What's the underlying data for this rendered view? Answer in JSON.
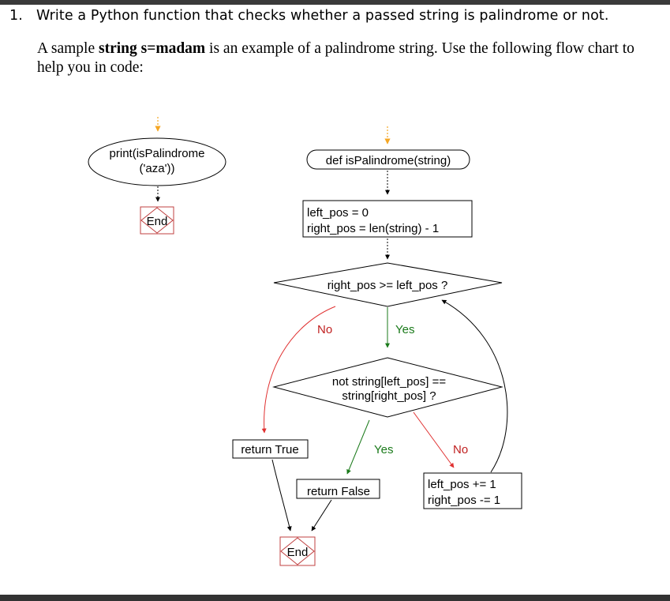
{
  "question": {
    "number": "1.",
    "text": "Write a Python function that checks whether a passed string is palindrome or not."
  },
  "description": {
    "part1": "A sample ",
    "bold": "string s=madam",
    "part2": " is an example of a palindrome string. Use the following flow chart to help you in code:"
  },
  "flowchart": {
    "call_line1": "print(isPalindrome",
    "call_line2": "('aza'))",
    "end_label": "End",
    "def_label": "def isPalindrome(string)",
    "init_line1": "left_pos = 0",
    "init_line2": "right_pos = len(string) - 1",
    "loop_condition": "right_pos >= left_pos ?",
    "loop_no": "No",
    "loop_yes": "Yes",
    "check_line1": "not string[left_pos] ==",
    "check_line2": "string[right_pos] ?",
    "return_true": "return True",
    "check_yes": "Yes",
    "check_no": "No",
    "return_false": "return False",
    "update_line1": "left_pos += 1",
    "update_line2": "right_pos -= 1",
    "final_end_label": "End"
  },
  "colors": {
    "entry_arrow": "#f5a623",
    "yes_arrow": "#1a7a1a",
    "no_arrow": "#e03030",
    "end_border": "#c04040",
    "yes_text": "#1a7a1a",
    "no_text": "#c02020"
  }
}
